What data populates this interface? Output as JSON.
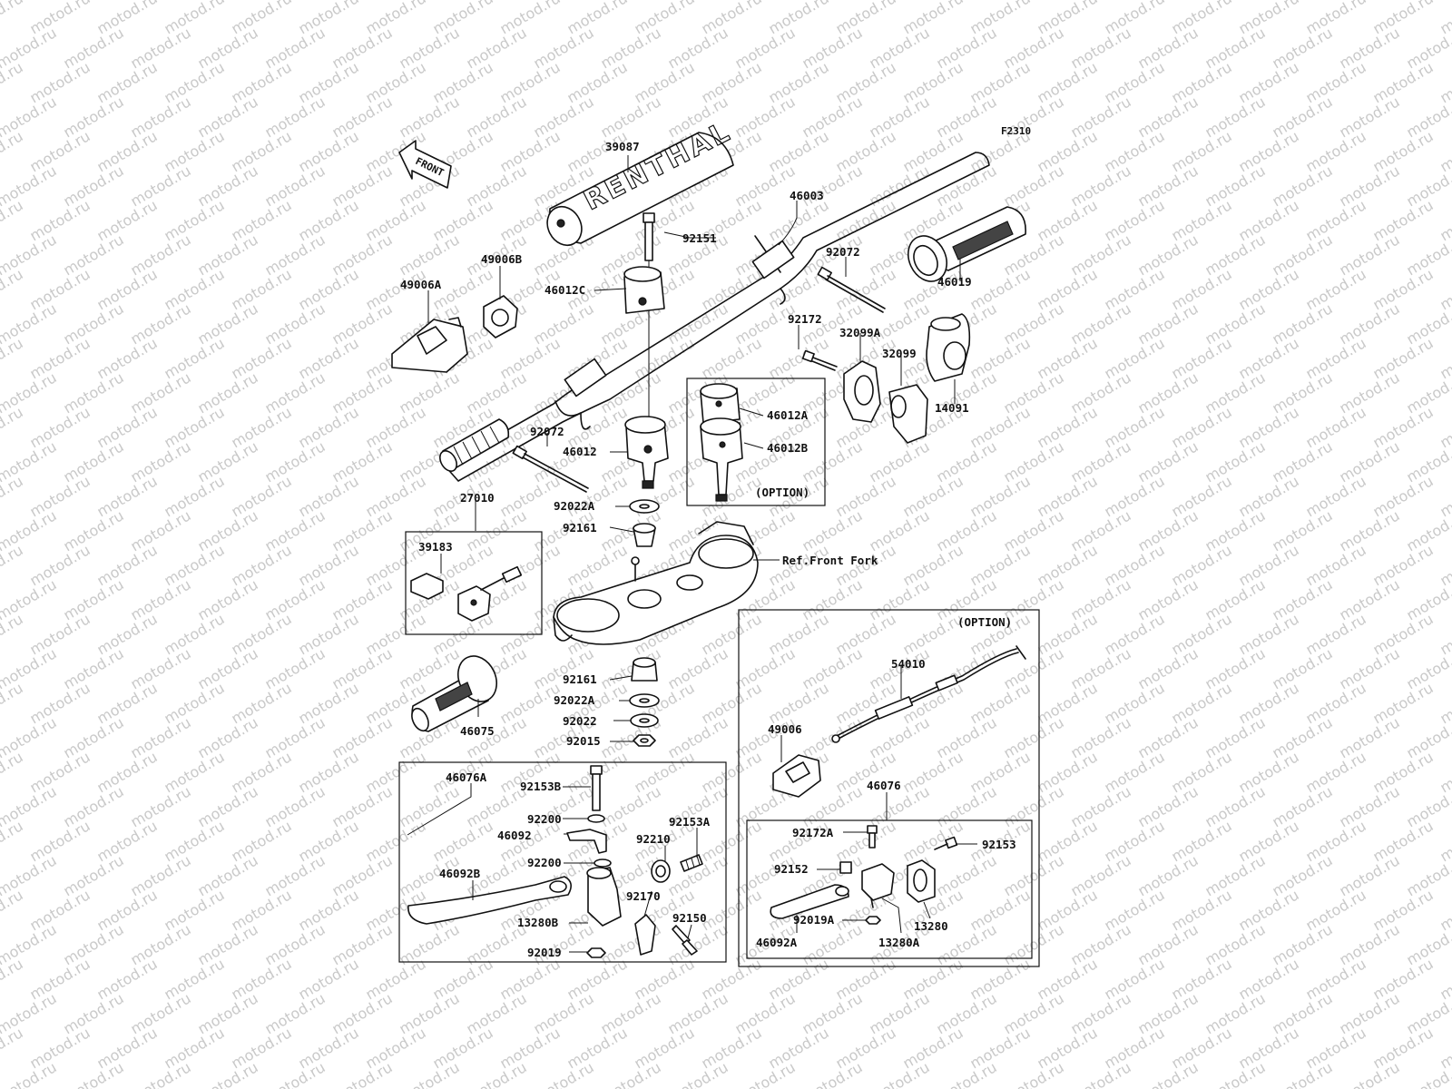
{
  "diagram_code": "F2310",
  "front_arrow_text": "FRONT",
  "watermark_text": "motod.ru",
  "pad_logo_text": "RENTHAL",
  "parts": [
    {
      "id": "p39087",
      "label": "39087"
    },
    {
      "id": "p46003",
      "label": "46003"
    },
    {
      "id": "p92151",
      "label": "92151"
    },
    {
      "id": "p49006B",
      "label": "49006B"
    },
    {
      "id": "p46012C",
      "label": "46012C"
    },
    {
      "id": "p49006A",
      "label": "49006A"
    },
    {
      "id": "p92072a",
      "label": "92072"
    },
    {
      "id": "p46019",
      "label": "46019"
    },
    {
      "id": "p92172",
      "label": "92172"
    },
    {
      "id": "p32099A",
      "label": "32099A"
    },
    {
      "id": "p32099",
      "label": "32099"
    },
    {
      "id": "p14091",
      "label": "14091"
    },
    {
      "id": "p46012A",
      "label": "46012A"
    },
    {
      "id": "p46012B",
      "label": "46012B"
    },
    {
      "id": "p92072b",
      "label": "92072"
    },
    {
      "id": "p46012",
      "label": "46012"
    },
    {
      "id": "p92022Aa",
      "label": "92022A"
    },
    {
      "id": "p92161a",
      "label": "92161"
    },
    {
      "id": "p27010",
      "label": "27010"
    },
    {
      "id": "p39183",
      "label": "39183"
    },
    {
      "id": "p92161b",
      "label": "92161"
    },
    {
      "id": "p92022Ab",
      "label": "92022A"
    },
    {
      "id": "p92022",
      "label": "92022"
    },
    {
      "id": "p92015",
      "label": "92015"
    },
    {
      "id": "p46075",
      "label": "46075"
    },
    {
      "id": "p54010",
      "label": "54010"
    },
    {
      "id": "p49006",
      "label": "49006"
    },
    {
      "id": "p46076",
      "label": "46076"
    },
    {
      "id": "p46076A",
      "label": "46076A"
    },
    {
      "id": "p92153B",
      "label": "92153B"
    },
    {
      "id": "p92200a",
      "label": "92200"
    },
    {
      "id": "p46092",
      "label": "46092"
    },
    {
      "id": "p92153A",
      "label": "92153A"
    },
    {
      "id": "p92210",
      "label": "92210"
    },
    {
      "id": "p92200b",
      "label": "92200"
    },
    {
      "id": "p46092B",
      "label": "46092B"
    },
    {
      "id": "p92170",
      "label": "92170"
    },
    {
      "id": "p13280B",
      "label": "13280B"
    },
    {
      "id": "p92150",
      "label": "92150"
    },
    {
      "id": "p92019",
      "label": "92019"
    },
    {
      "id": "p92172A",
      "label": "92172A"
    },
    {
      "id": "p92153",
      "label": "92153"
    },
    {
      "id": "p92152",
      "label": "92152"
    },
    {
      "id": "p92019A",
      "label": "92019A"
    },
    {
      "id": "p13280",
      "label": "13280"
    },
    {
      "id": "p46092A",
      "label": "46092A"
    },
    {
      "id": "p13280A",
      "label": "13280A"
    }
  ],
  "ref_front_fork": "Ref.Front Fork",
  "option_label_clamp": "(OPTION)",
  "option_label_clutch": "(OPTION)"
}
